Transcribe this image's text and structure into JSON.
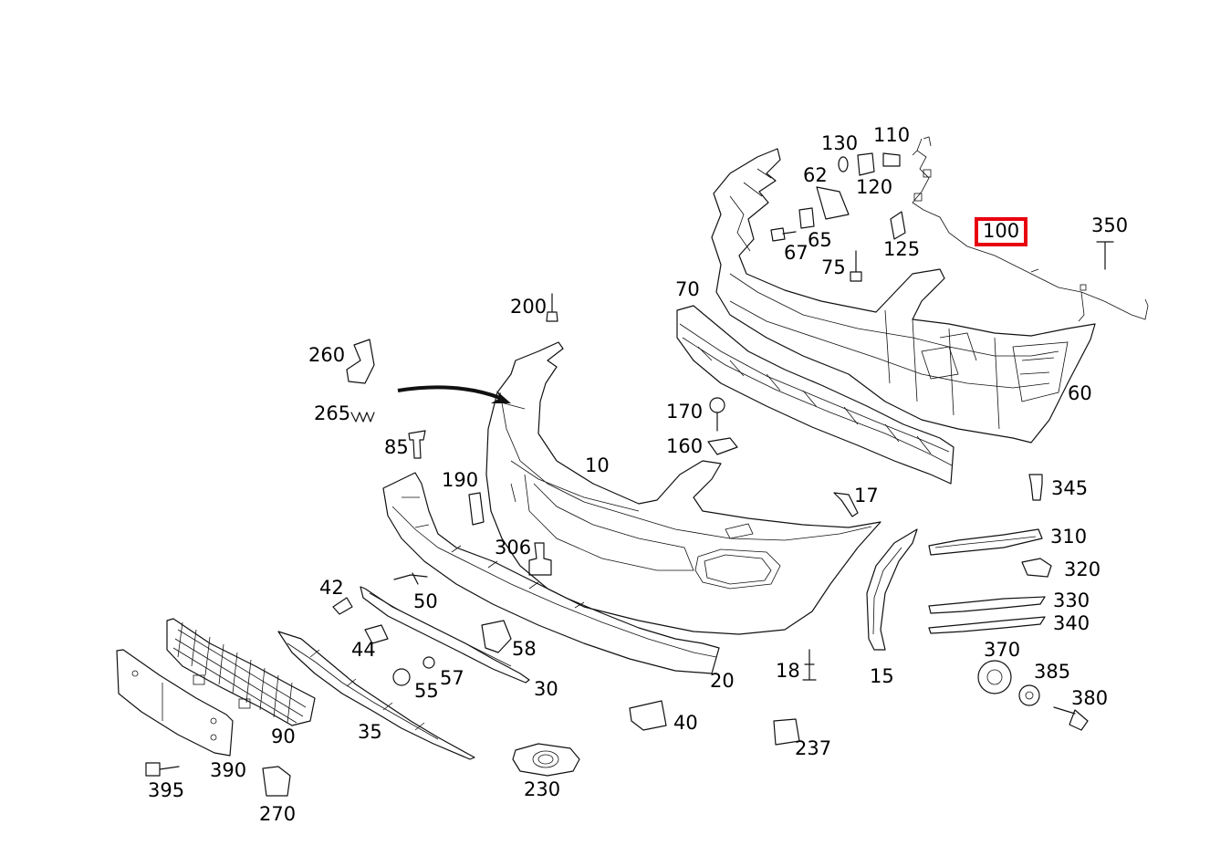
{
  "diagram": {
    "highlight_color": "#e8000f",
    "callouts": [
      {
        "id": "c10",
        "text": "10"
      },
      {
        "id": "c15",
        "text": "15"
      },
      {
        "id": "c17",
        "text": "17"
      },
      {
        "id": "c18",
        "text": "18"
      },
      {
        "id": "c20",
        "text": "20"
      },
      {
        "id": "c30",
        "text": "30"
      },
      {
        "id": "c35",
        "text": "35"
      },
      {
        "id": "c40",
        "text": "40"
      },
      {
        "id": "c42",
        "text": "42"
      },
      {
        "id": "c44",
        "text": "44"
      },
      {
        "id": "c50",
        "text": "50"
      },
      {
        "id": "c55",
        "text": "55"
      },
      {
        "id": "c57",
        "text": "57"
      },
      {
        "id": "c58",
        "text": "58"
      },
      {
        "id": "c60",
        "text": "60"
      },
      {
        "id": "c62",
        "text": "62"
      },
      {
        "id": "c65",
        "text": "65"
      },
      {
        "id": "c67",
        "text": "67"
      },
      {
        "id": "c70",
        "text": "70"
      },
      {
        "id": "c75",
        "text": "75"
      },
      {
        "id": "c85",
        "text": "85"
      },
      {
        "id": "c90",
        "text": "90"
      },
      {
        "id": "c100",
        "text": "100",
        "highlighted": true
      },
      {
        "id": "c110",
        "text": "110"
      },
      {
        "id": "c120",
        "text": "120"
      },
      {
        "id": "c125",
        "text": "125"
      },
      {
        "id": "c130",
        "text": "130"
      },
      {
        "id": "c160",
        "text": "160"
      },
      {
        "id": "c170",
        "text": "170"
      },
      {
        "id": "c190",
        "text": "190"
      },
      {
        "id": "c200",
        "text": "200"
      },
      {
        "id": "c230",
        "text": "230"
      },
      {
        "id": "c237",
        "text": "237"
      },
      {
        "id": "c260",
        "text": "260"
      },
      {
        "id": "c265",
        "text": "265"
      },
      {
        "id": "c270",
        "text": "270"
      },
      {
        "id": "c306",
        "text": "306"
      },
      {
        "id": "c310",
        "text": "310"
      },
      {
        "id": "c320",
        "text": "320"
      },
      {
        "id": "c330",
        "text": "330"
      },
      {
        "id": "c340",
        "text": "340"
      },
      {
        "id": "c345",
        "text": "345"
      },
      {
        "id": "c350",
        "text": "350"
      },
      {
        "id": "c370",
        "text": "370"
      },
      {
        "id": "c380",
        "text": "380"
      },
      {
        "id": "c385",
        "text": "385"
      },
      {
        "id": "c390",
        "text": "390"
      },
      {
        "id": "c395",
        "text": "395"
      }
    ]
  }
}
